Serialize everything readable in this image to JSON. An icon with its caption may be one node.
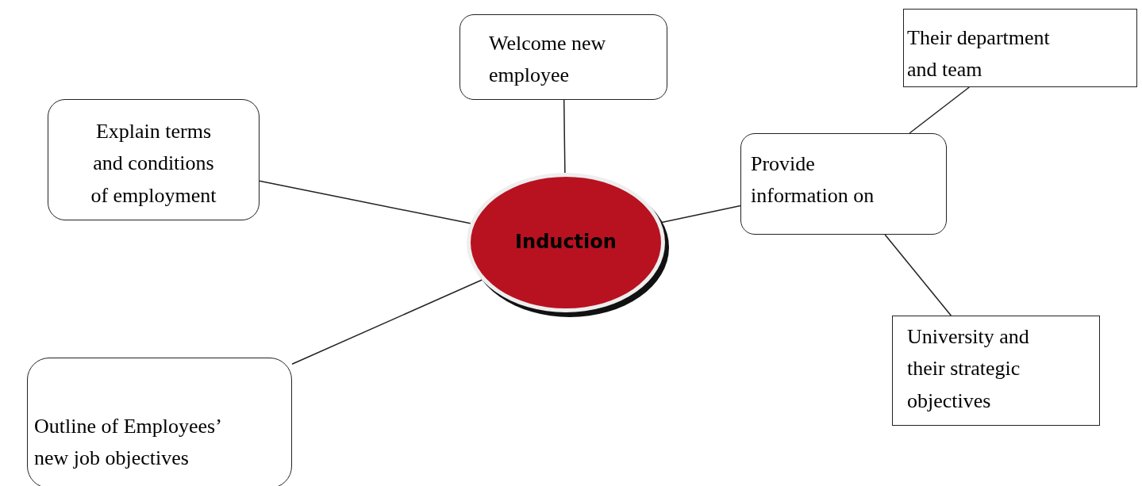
{
  "diagram": {
    "nodes": [
      {
        "text": [
          "Induction"
        ]
      },
      {
        "text": [
          "Welcome new employee"
        ]
      },
      {
        "text": [
          "Explain terms and conditions of employment"
        ]
      },
      {
        "text": [
          "Provide information on"
        ]
      },
      {
        "text": [
          "Their department and team"
        ]
      },
      {
        "text": [
          "University and their strategic objectives"
        ]
      },
      {
        "text": [
          "Outline of Employees’ new job objectives"
        ]
      }
    ],
    "edges": [
      {
        "from": 1,
        "to": 0,
        "arrow": "none"
      },
      {
        "from": 2,
        "to": 0,
        "arrow": "none"
      },
      {
        "from": 3,
        "to": 0,
        "arrow": "none"
      },
      {
        "from": 6,
        "to": 0,
        "arrow": "none"
      },
      {
        "from": 3,
        "to": 4,
        "arrow": "none"
      },
      {
        "from": 3,
        "to": 5,
        "arrow": "none"
      }
    ]
  }
}
